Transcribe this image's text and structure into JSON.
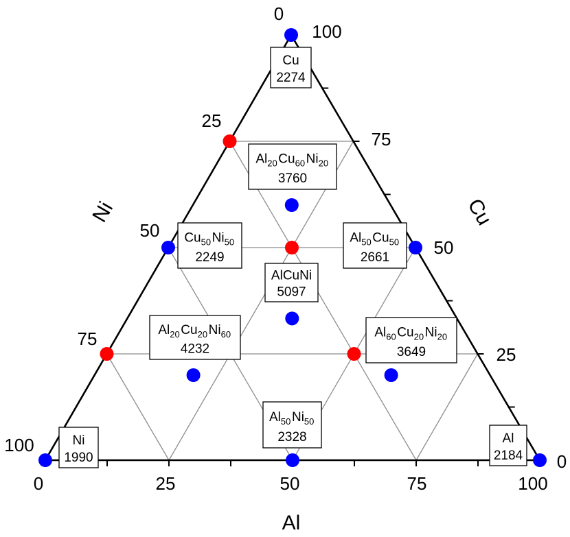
{
  "chart_data": {
    "type": "scatter",
    "subtype": "ternary",
    "axes": {
      "al": {
        "label": "Al",
        "ticks": [
          "0",
          "25",
          "50",
          "75",
          "100"
        ]
      },
      "cu": {
        "label": "Cu",
        "ticks": [
          "0",
          "25",
          "50",
          "75",
          "100"
        ]
      },
      "ni": {
        "label": "Ni",
        "ticks": [
          "25",
          "50",
          "75",
          "100"
        ]
      }
    },
    "grid": true,
    "series": [
      {
        "color": "#0000ff",
        "points": [
          {
            "al": 0,
            "cu": 100,
            "ni": 0
          },
          {
            "al": 100,
            "cu": 0,
            "ni": 0
          },
          {
            "al": 0,
            "cu": 0,
            "ni": 100
          },
          {
            "al": 50,
            "cu": 50,
            "ni": 0
          },
          {
            "al": 50,
            "cu": 0,
            "ni": 50
          },
          {
            "al": 0,
            "cu": 50,
            "ni": 50
          },
          {
            "al": 20,
            "cu": 60,
            "ni": 20
          },
          {
            "al": 33.3,
            "cu": 33.3,
            "ni": 33.3
          },
          {
            "al": 20,
            "cu": 20,
            "ni": 60
          },
          {
            "al": 60,
            "cu": 20,
            "ni": 20
          }
        ]
      },
      {
        "color": "#ff0000",
        "points": [
          {
            "al": 0,
            "cu": 75,
            "ni": 25
          },
          {
            "al": 0,
            "cu": 25,
            "ni": 75
          },
          {
            "al": 50,
            "cu": 25,
            "ni": 25
          },
          {
            "al": 25,
            "cu": 50,
            "ni": 25
          }
        ]
      }
    ],
    "annotations": [
      {
        "name": "Cu",
        "value": "2274"
      },
      {
        "name": "Al20Cu60Ni20",
        "value": "3760"
      },
      {
        "name": "Cu50Ni50",
        "value": "2249"
      },
      {
        "name": "Al50Cu50",
        "value": "2661"
      },
      {
        "name": "AlCuNi",
        "value": "5097"
      },
      {
        "name": "Al20Cu20Ni60",
        "value": "4232"
      },
      {
        "name": "Al60Cu20Ni20",
        "value": "3649"
      },
      {
        "name": "Al50Ni50",
        "value": "2328"
      },
      {
        "name": "Ni",
        "value": "1990"
      },
      {
        "name": "Al",
        "value": "2184"
      }
    ]
  }
}
